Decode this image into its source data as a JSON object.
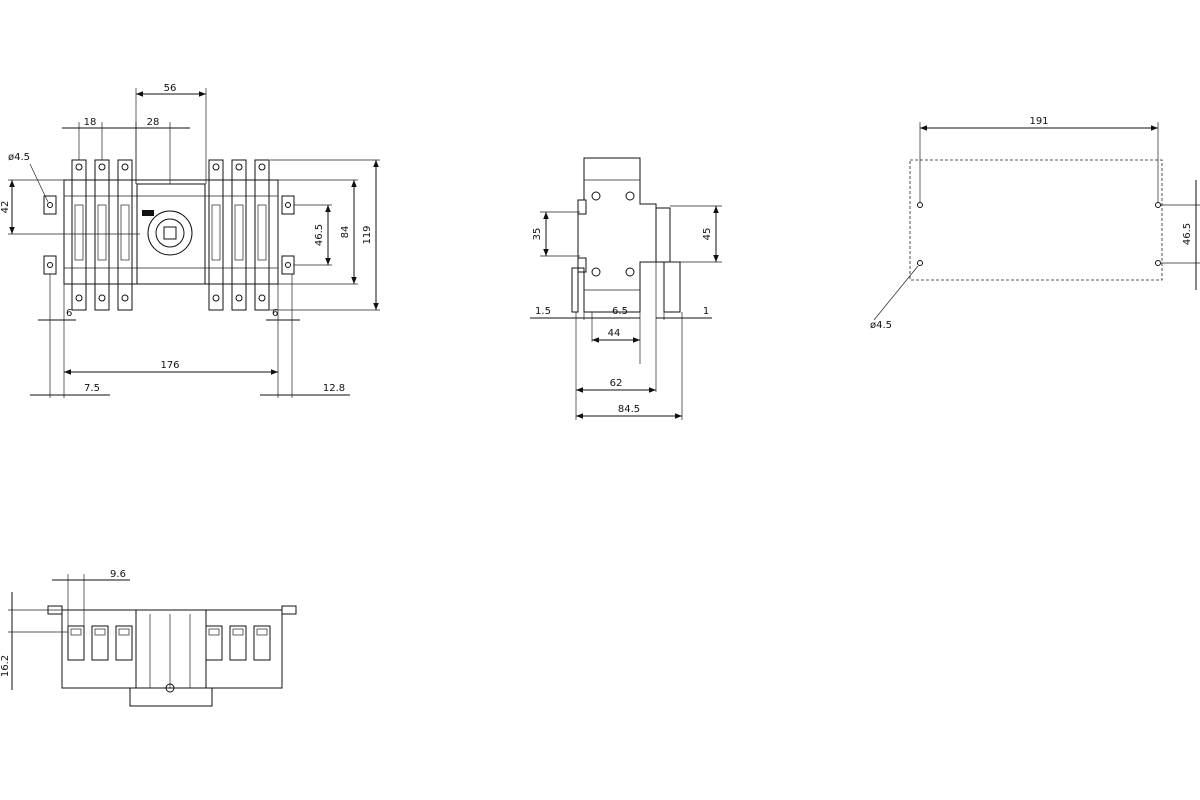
{
  "front_view": {
    "dims": {
      "d56": "56",
      "d18": "18",
      "d28": "28",
      "hole": "ø4.5",
      "d42": "42",
      "d46_5": "46.5",
      "d84": "84",
      "d119": "119",
      "d6_left": "6",
      "d6_right": "6",
      "d176": "176",
      "d7_5": "7.5",
      "d12_8": "12.8"
    }
  },
  "side_view": {
    "dims": {
      "d35": "35",
      "d45": "45",
      "d1_5": "1.5",
      "d6_5": "6.5",
      "d1": "1",
      "d44": "44",
      "d62": "62",
      "d84_5": "84.5"
    }
  },
  "drilling_template": {
    "dims": {
      "d191": "191",
      "d46_5": "46.5",
      "hole": "ø4.5"
    }
  },
  "bottom_view": {
    "dims": {
      "d9_6": "9.6",
      "d16_2": "16.2"
    }
  },
  "colors": {
    "line": "#111111",
    "background": "#ffffff"
  }
}
